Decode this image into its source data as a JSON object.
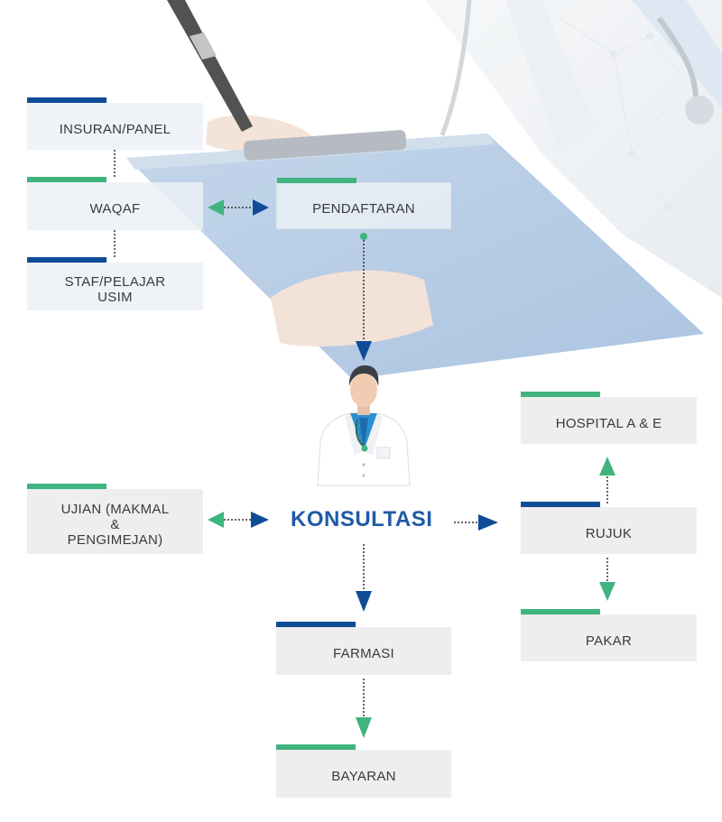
{
  "colors": {
    "blue": "#0f4c97",
    "green": "#3fb47f",
    "box_bg": "#eeeeee",
    "text": "#3a3a3a",
    "accent_text": "#1f5aa8"
  },
  "boxes": {
    "insuran": {
      "label": "INSURAN/PANEL",
      "bar": "blue"
    },
    "waqaf": {
      "label": "WAQAF",
      "bar": "green"
    },
    "staf": {
      "label": "STAF/PELAJAR\nUSIM",
      "bar": "blue"
    },
    "pendaftaran": {
      "label": "PENDAFTARAN",
      "bar": "green"
    },
    "ujian": {
      "label": "UJIAN (MAKMAL\n&\nPENGIMEJAN)",
      "bar": "green"
    },
    "hospital": {
      "label": "HOSPITAL A & E",
      "bar": "green"
    },
    "rujuk": {
      "label": "RUJUK",
      "bar": "blue"
    },
    "pakar": {
      "label": "PAKAR",
      "bar": "green"
    },
    "farmasi": {
      "label": "FARMASI",
      "bar": "blue"
    },
    "bayaran": {
      "label": "BAYARAN",
      "bar": "green"
    }
  },
  "center": {
    "label": "KONSULTASI"
  },
  "icons": {
    "doctor": "doctor-icon",
    "background": "doctor-clipboard-photo"
  }
}
